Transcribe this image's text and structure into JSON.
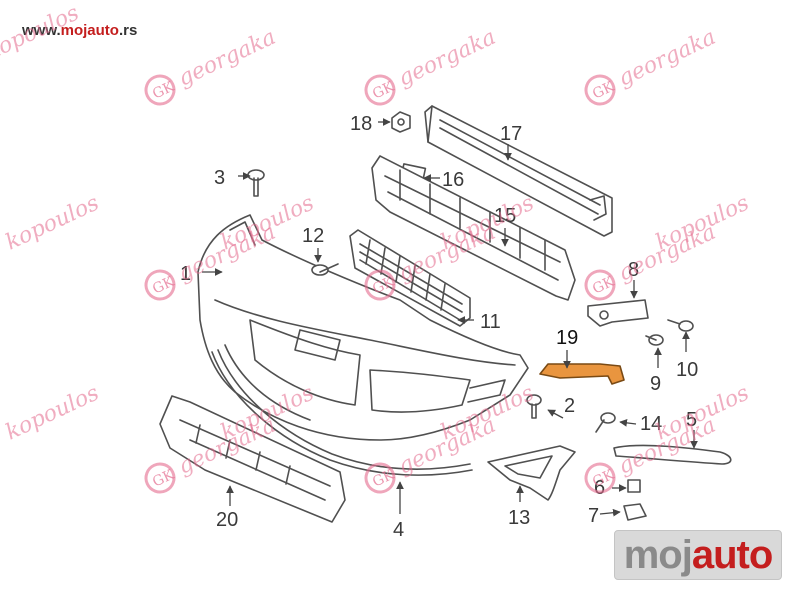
{
  "header": {
    "url_prefix": "www.",
    "url_brand": "mojauto",
    "url_suffix": ".rs"
  },
  "watermark": {
    "top_word": "georgaka",
    "bottom_word": "kopoulos",
    "logo_monogram": "GK"
  },
  "footer_logo": {
    "part1": "moj",
    "part2": "auto"
  },
  "colors": {
    "highlight_part": "#e9953f",
    "line_art": "#505050",
    "brand_red": "#c41e1e",
    "watermark_pink": "#e46b8e"
  },
  "callouts": {
    "c1": "1",
    "c2": "2",
    "c3": "3",
    "c4": "4",
    "c5": "5",
    "c6": "6",
    "c7": "7",
    "c8": "8",
    "c9": "9",
    "c10": "10",
    "c11": "11",
    "c12": "12",
    "c13": "13",
    "c14": "14",
    "c15": "15",
    "c16": "16",
    "c17": "17",
    "c18": "18",
    "c19": "19",
    "c20": "20"
  }
}
